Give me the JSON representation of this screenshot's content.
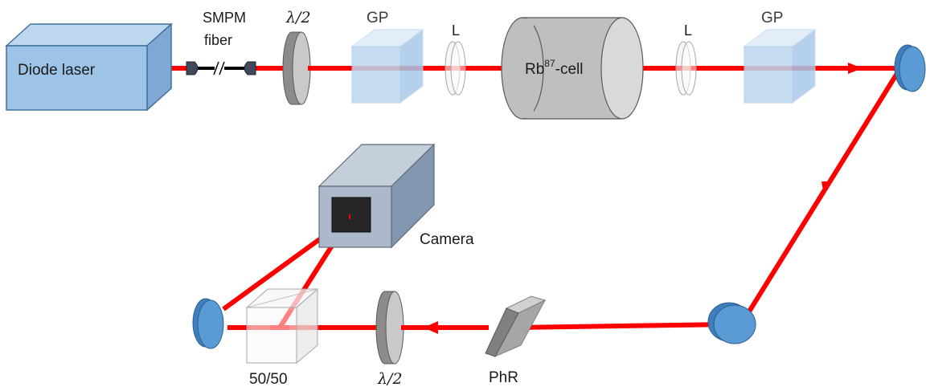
{
  "labels": {
    "diode_laser": "Diode laser",
    "fiber_line1": "SMPM",
    "fiber_line2": "fiber",
    "halfwave_top": "λ/2",
    "gp_left": "GP",
    "lens_left": "L",
    "rb_cell_main": "Rb",
    "rb_cell_sup": "87",
    "rb_cell_suffix": "-cell",
    "lens_right": "L",
    "gp_right": "GP",
    "camera": "Camera",
    "beamsplitter": "50/50",
    "halfwave_bottom": "λ/2",
    "phr": "PhR"
  },
  "colors": {
    "beam": "#ff0000",
    "laser_box": "#9dc3e6",
    "laser_edge": "#41719c",
    "mirror": "#5b9bd5",
    "mirror_edge": "#2e5f8a",
    "gp_cube": "#bdd7ee",
    "grey_optic": "#bfbfbf",
    "camera_body": "#acb9ca"
  }
}
